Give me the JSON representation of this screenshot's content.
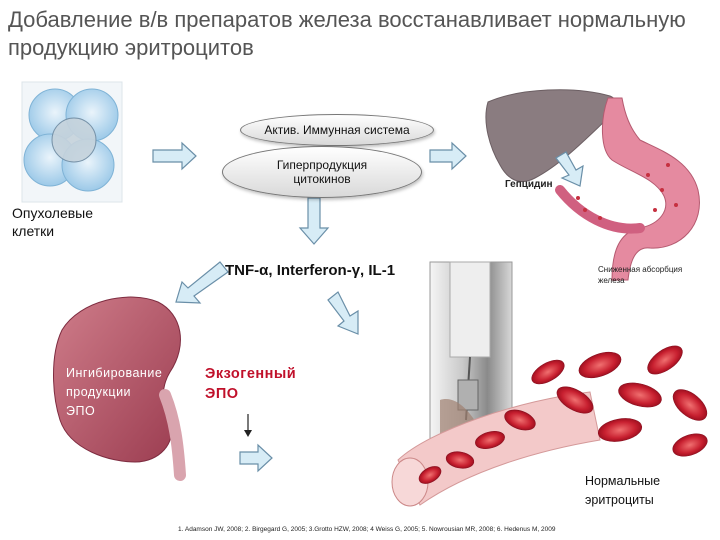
{
  "title": "Добавление в/в препаратов железа восстанавливает нормальную продукцию эритроцитов",
  "nodes": {
    "immune": "Актив. Иммунная система",
    "cytokines": "Гиперпродукция цитокинов",
    "tumor": "Опухолевые клетки",
    "hepcidin": "Гепцидин",
    "cytokine_list": "TNF-α, Interferon-γ, IL-1",
    "absorption": "Сниженная абсорбция железа",
    "kidney": "Ингибирование продукции ЭПО",
    "epo": "Экзогенный ЭПО",
    "normal_rbc": "Нормальные эритроциты"
  },
  "references": "1. Adamson JW, 2008; 2. Birgegard G, 2005; 3.Grotto HZW, 2008; 4 Weiss G, 2005; 5. Nowrousian MR, 2008; 6. Hedenus M, 2009",
  "colors": {
    "arrow_fill": "#d7ecf6",
    "arrow_stroke": "#6a8fa8",
    "kidney": "#b85a6a",
    "liver": "#8a7c80",
    "stomach": "#e07890",
    "rbc": "#d0303a",
    "epo_text": "#c0102a"
  },
  "icons": [
    "tumor-cells-illustration",
    "liver-illustration",
    "stomach-illustration",
    "kidney-illustration",
    "iv-infusion-photo",
    "blood-vessel-illustration"
  ]
}
